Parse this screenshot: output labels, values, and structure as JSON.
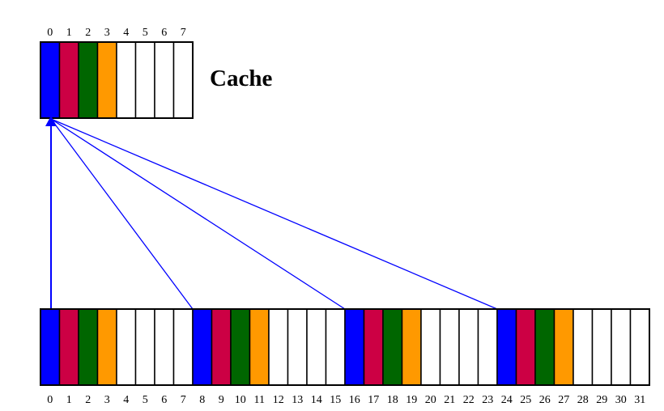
{
  "cache": {
    "label": "Cache",
    "indices": [
      "0",
      "1",
      "2",
      "3",
      "4",
      "5",
      "6",
      "7"
    ]
  },
  "memory": {
    "indices": [
      "0",
      "1",
      "2",
      "3",
      "4",
      "5",
      "6",
      "7",
      "8",
      "9",
      "10",
      "11",
      "12",
      "13",
      "14",
      "15",
      "16",
      "17",
      "18",
      "19",
      "20",
      "21",
      "22",
      "23",
      "24",
      "25",
      "26",
      "27",
      "28",
      "29",
      "30",
      "31"
    ]
  },
  "colors": {
    "slot0": "#0000ff",
    "slot1": "#cc0044",
    "slot2": "#006600",
    "slot3": "#ff9900",
    "empty": "#ffffff",
    "border": "#000000",
    "arrow": "#0000ff"
  },
  "cache_fill": [
    "slot0",
    "slot1",
    "slot2",
    "slot3",
    "empty",
    "empty",
    "empty",
    "empty"
  ],
  "memory_fill": [
    "slot0",
    "slot1",
    "slot2",
    "slot3",
    "empty",
    "empty",
    "empty",
    "empty",
    "slot0",
    "slot1",
    "slot2",
    "slot3",
    "empty",
    "empty",
    "empty",
    "empty",
    "slot0",
    "slot1",
    "slot2",
    "slot3",
    "empty",
    "empty",
    "empty",
    "empty",
    "slot0",
    "slot1",
    "slot2",
    "slot3",
    "empty",
    "empty",
    "empty",
    "empty"
  ],
  "mappings": [
    {
      "from_memory": "0",
      "to_cache": "0"
    },
    {
      "from_memory": "8",
      "to_cache": "0"
    },
    {
      "from_memory": "16",
      "to_cache": "0"
    },
    {
      "from_memory": "24",
      "to_cache": "0"
    }
  ]
}
